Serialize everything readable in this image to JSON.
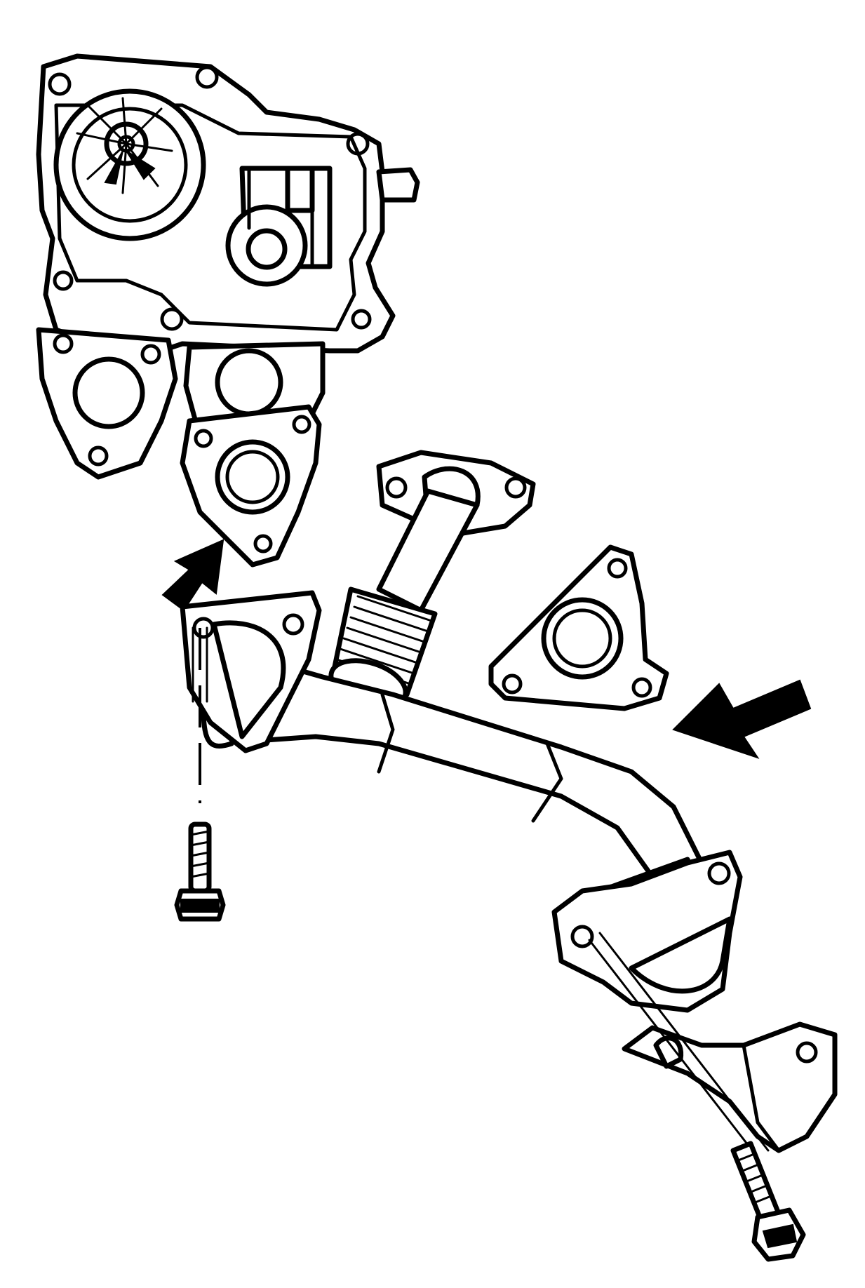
{
  "diagram": {
    "parts": [
      {
        "id": "water-pump",
        "icon": "water-pump-housing-icon"
      },
      {
        "id": "upper-gasket",
        "icon": "gasket-icon"
      },
      {
        "id": "egr-pipe",
        "icon": "egr-pipe-icon"
      },
      {
        "id": "lower-gasket",
        "icon": "gasket-icon"
      },
      {
        "id": "flange-bolt",
        "icon": "bolt-icon"
      },
      {
        "id": "bracket-bolt",
        "icon": "bolt-icon"
      },
      {
        "id": "support-bracket",
        "icon": "bracket-icon"
      }
    ],
    "callouts": [
      {
        "id": "upper-gasket-arrow",
        "icon": "arrow-icon",
        "target": "upper-gasket"
      },
      {
        "id": "lower-gasket-arrow",
        "icon": "arrow-icon",
        "target": "lower-gasket"
      }
    ],
    "colors": {
      "line": "#000000",
      "fill": "#ffffff"
    }
  }
}
